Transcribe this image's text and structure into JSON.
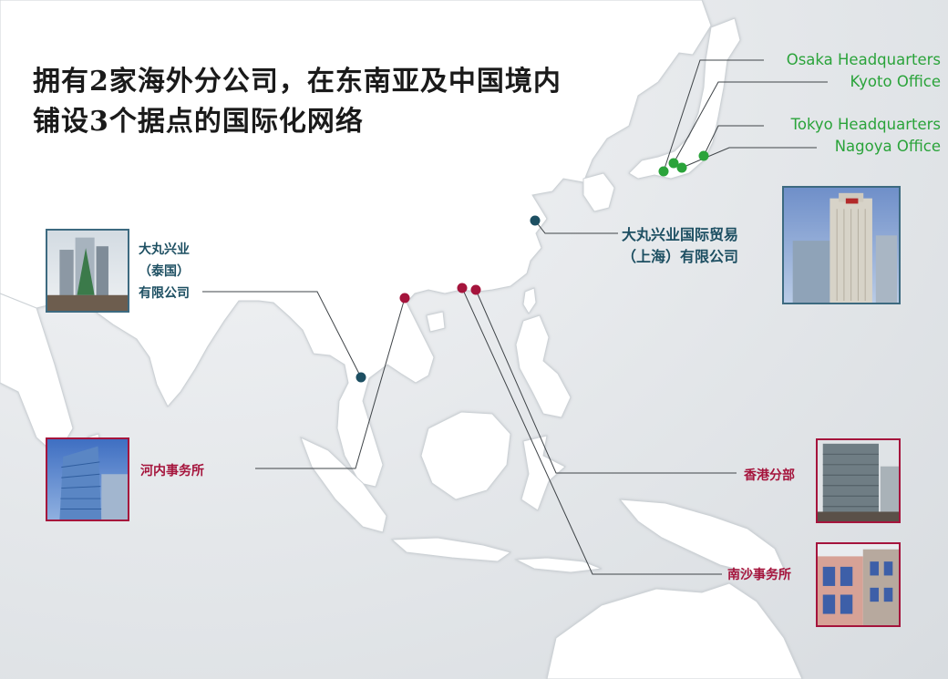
{
  "headline": {
    "line1": "拥有2家海外分公司，在东南亚及中国境内",
    "line2": "铺设3个据点的国际化网络"
  },
  "japan_offices": {
    "osaka": "Osaka Headquarters",
    "kyoto": "Kyoto Office",
    "tokyo": "Tokyo Headquarters",
    "nagoya": "Nagoya Office"
  },
  "overseas": {
    "thailand": {
      "line1": "大丸兴业",
      "line2": "（泰国）",
      "line3": "有限公司"
    },
    "shanghai": {
      "line1": "大丸兴业国际贸易",
      "line2": "（上海）有限公司"
    },
    "hanoi": "河内事务所",
    "hongkong": "香港分部",
    "nansha": "南沙事务所"
  },
  "colors": {
    "japan": "#2aa33a",
    "subsidiary": "#1d4f62",
    "office": "#a5143c",
    "land": "#ffffff",
    "sea": "#e2e5e8"
  },
  "icons": {
    "building_photos": "building-photo-icon",
    "location_markers": "location-dot-icon"
  }
}
